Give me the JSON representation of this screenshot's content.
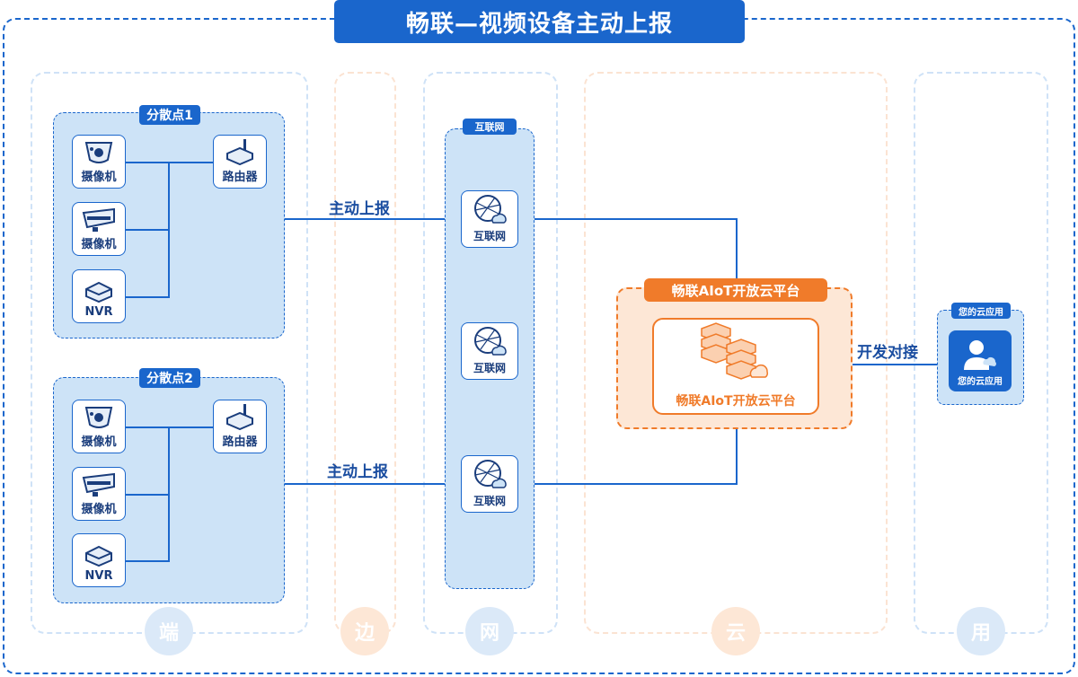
{
  "title": "畅联—视频设备主动上报",
  "columns": [
    "端",
    "边",
    "网",
    "云",
    "用"
  ],
  "sites": [
    {
      "label": "分散点1",
      "devices": [
        "摄像机",
        "摄像机",
        "NVR"
      ],
      "router": "路由器"
    },
    {
      "label": "分散点2",
      "devices": [
        "摄像机",
        "摄像机",
        "NVR"
      ],
      "router": "路由器"
    }
  ],
  "report_label": "主动上报",
  "internet": {
    "group_label": "互联网",
    "nodes": [
      "互联网",
      "互联网",
      "互联网"
    ]
  },
  "platform": {
    "tag": "畅联AIoT开放云平台",
    "inner_label": "畅联AIoT开放云平台"
  },
  "connect_label": "开发对接",
  "app": {
    "tag": "您的云应用",
    "label": "您的云应用"
  },
  "colors": {
    "primary": "#1a66cc",
    "orange": "#f07b2a",
    "light_blue": "#cde3f7",
    "light_orange": "#fde7d6"
  }
}
